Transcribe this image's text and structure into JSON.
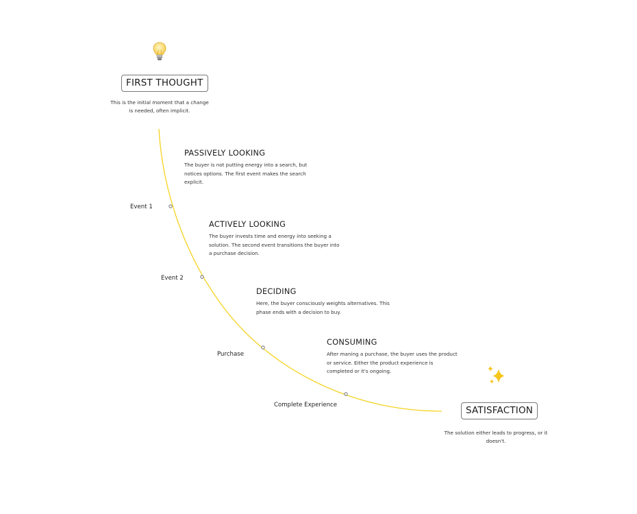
{
  "colors": {
    "curve": "#f5d21e",
    "node_stroke": "#555555",
    "box_border": "#777777"
  },
  "start": {
    "icon": "lightbulb-icon",
    "title": "FIRST THOUGHT",
    "description": "This is the initial moment that a change is needed, often implicit."
  },
  "end": {
    "icon": "sparkles-icon",
    "title": "SATISFACTION",
    "description": "The solution either leads to progress, or it doesn't."
  },
  "phases": [
    {
      "title": "PASSIVELY LOOKING",
      "description": "The buyer is not putting energy into a search, but notices options. The first event makes the search explicit."
    },
    {
      "title": "ACTIVELY LOOKING",
      "description": "The buyer invests time and energy into seeking a solution. The second event transitions the buyer into a purchase decision."
    },
    {
      "title": "DECIDING",
      "description": "Here, the buyer consciously weights alternatives. This phase ends with a decision to buy."
    },
    {
      "title": "CONSUMING",
      "description": "After maning a purchase, the buyer uses the product or service. Either the product experience is completed or it's ongoing."
    }
  ],
  "events": [
    {
      "label": "Event 1"
    },
    {
      "label": "Event 2"
    },
    {
      "label": "Purchase"
    },
    {
      "label": "Complete Experience"
    }
  ]
}
